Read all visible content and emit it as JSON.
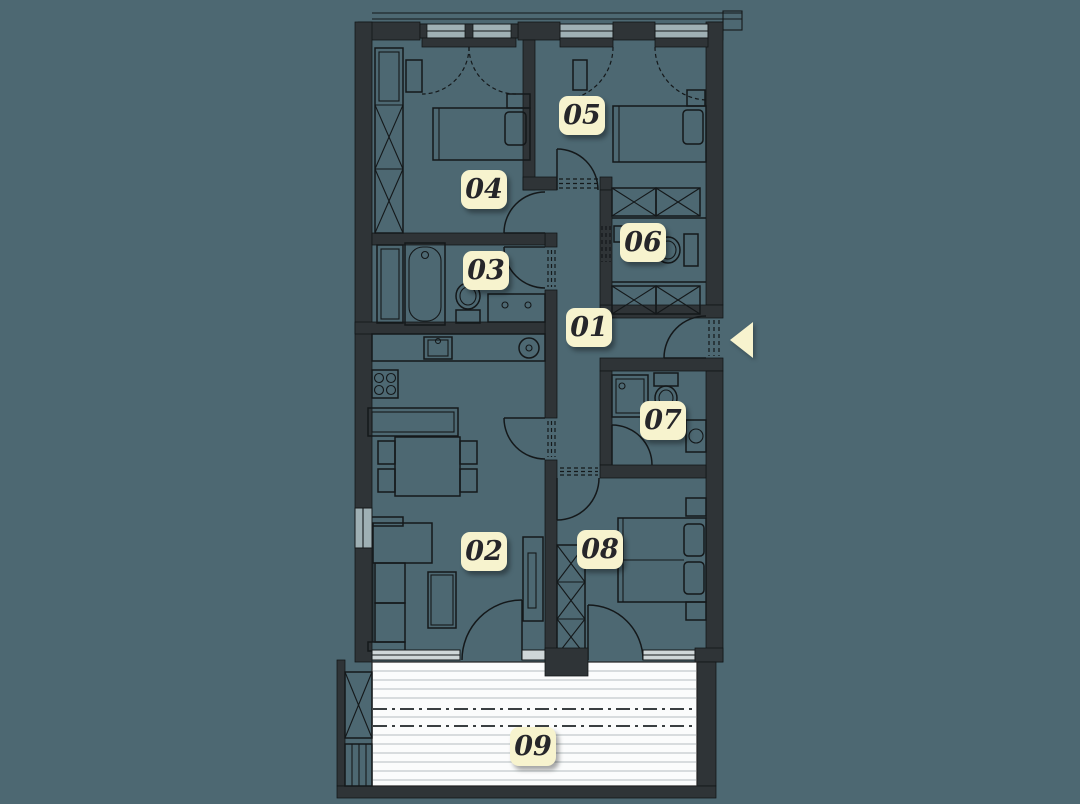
{
  "plan": {
    "colors": {
      "bg": "#4D6872",
      "wall": "#2F3437",
      "line": "#14181A",
      "label_bg": "#F7F3CE",
      "label_text": "#26262A",
      "deck": "#FBFCFC",
      "deck_line": "#C2C9CB"
    },
    "rooms": [
      {
        "number": "01"
      },
      {
        "number": "02"
      },
      {
        "number": "03"
      },
      {
        "number": "04"
      },
      {
        "number": "05"
      },
      {
        "number": "06"
      },
      {
        "number": "07"
      },
      {
        "number": "08"
      },
      {
        "number": "09"
      }
    ],
    "entrance": {
      "icon": "entrance-arrow-left"
    }
  }
}
